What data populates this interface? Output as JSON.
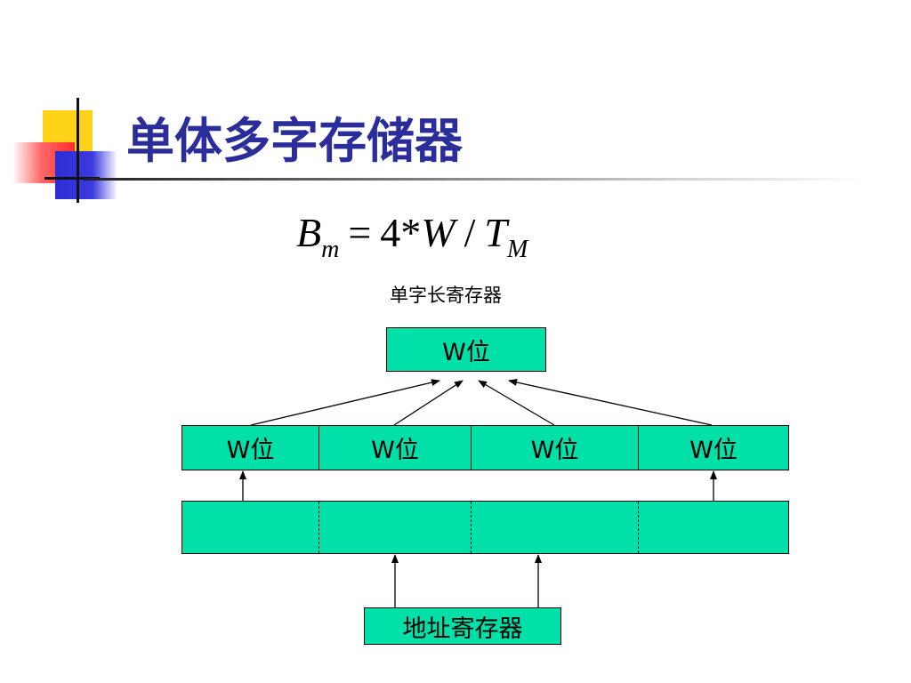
{
  "slide": {
    "title": "单体多字存储器",
    "formula": {
      "lhs": "B",
      "lhs_sub": "m",
      "equals": "=",
      "rhs_const": "4*",
      "rhs_var": "W",
      "slash": "/",
      "rhs_den": "T",
      "rhs_den_sub": "M"
    },
    "register_label": "单字长寄存器",
    "register_box": "W位",
    "word_cells": [
      "W位",
      "W位",
      "W位",
      "W位"
    ],
    "address_register": "地址寄存器"
  }
}
